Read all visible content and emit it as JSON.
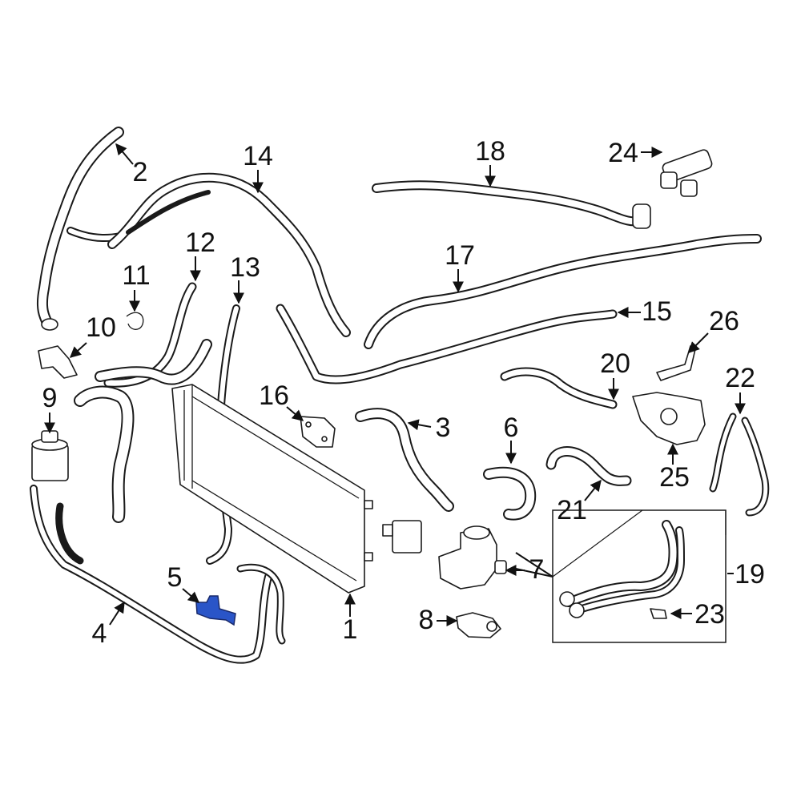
{
  "callouts": [
    {
      "num": "1",
      "part": "condenser"
    },
    {
      "num": "2",
      "part": "hose"
    },
    {
      "num": "3",
      "part": "hose"
    },
    {
      "num": "4",
      "part": "tube"
    },
    {
      "num": "5",
      "part": "bracket"
    },
    {
      "num": "6",
      "part": "hose"
    },
    {
      "num": "7",
      "part": "valve"
    },
    {
      "num": "8",
      "part": "bracket"
    },
    {
      "num": "9",
      "part": "filter"
    },
    {
      "num": "10",
      "part": "bracket"
    },
    {
      "num": "11",
      "part": "clip"
    },
    {
      "num": "12",
      "part": "hose"
    },
    {
      "num": "13",
      "part": "hose"
    },
    {
      "num": "14",
      "part": "tube"
    },
    {
      "num": "15",
      "part": "tube"
    },
    {
      "num": "16",
      "part": "bracket"
    },
    {
      "num": "17",
      "part": "tube"
    },
    {
      "num": "18",
      "part": "tube"
    },
    {
      "num": "19",
      "part": "hose-assembly"
    },
    {
      "num": "20",
      "part": "hose"
    },
    {
      "num": "21",
      "part": "hose"
    },
    {
      "num": "22",
      "part": "tube"
    },
    {
      "num": "23",
      "part": "fitting"
    },
    {
      "num": "24",
      "part": "connector"
    },
    {
      "num": "25",
      "part": "housing"
    },
    {
      "num": "26",
      "part": "bracket"
    }
  ],
  "highlight_color": "#2a55c8"
}
